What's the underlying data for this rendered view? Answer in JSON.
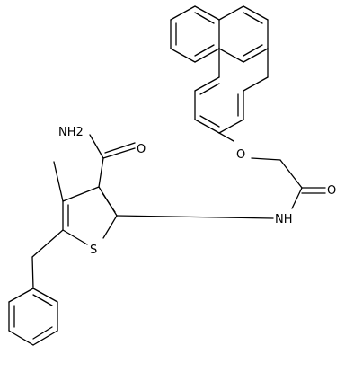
{
  "molecule": {
    "atom_labels": {
      "amide_nh2": "NH2",
      "amide_o": "O",
      "ring_s": "S",
      "ether_o": "O",
      "acyl_o": "O",
      "nh": "NH"
    },
    "colors": {
      "bond": "#000000",
      "label": "#000000",
      "background": "#ffffff"
    }
  }
}
